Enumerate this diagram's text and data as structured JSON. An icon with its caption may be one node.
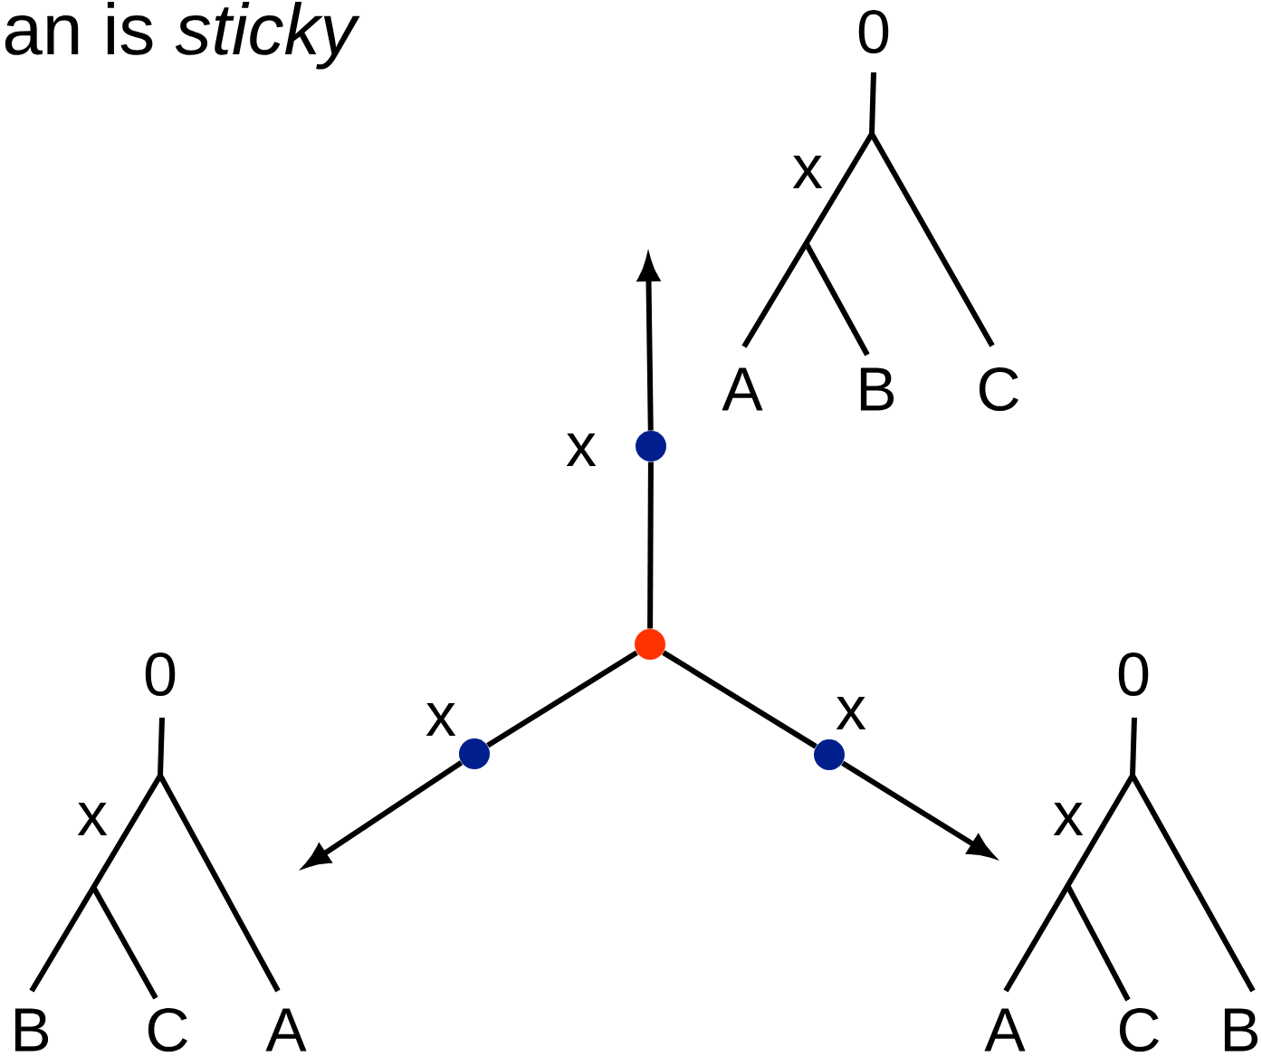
{
  "diagram": {
    "title": "an is *sticky*",
    "nodes": [
      {
        "text": [],
        "shape": "circle"
      },
      {
        "text": [],
        "shape": "circle",
        "beside": [
          "x"
        ]
      },
      {
        "text": [],
        "shape": "circle",
        "beside": [
          "x"
        ]
      },
      {
        "text": [],
        "shape": "circle",
        "beside": [
          "x"
        ]
      }
    ],
    "edges": [
      {
        "from": 0,
        "to": 1,
        "arrow": "none"
      },
      {
        "from": 1,
        "to": null,
        "arrow": "to"
      },
      {
        "from": 0,
        "to": 2,
        "arrow": "none"
      },
      {
        "from": 2,
        "to": null,
        "arrow": "to"
      },
      {
        "from": 0,
        "to": 3,
        "arrow": "none"
      },
      {
        "from": 3,
        "to": null,
        "arrow": "to"
      }
    ],
    "labels": [
      "0",
      "x",
      "A",
      "B",
      "C",
      "0",
      "x",
      "B",
      "C",
      "A",
      "0",
      "x",
      "A",
      "C",
      "B"
    ]
  }
}
